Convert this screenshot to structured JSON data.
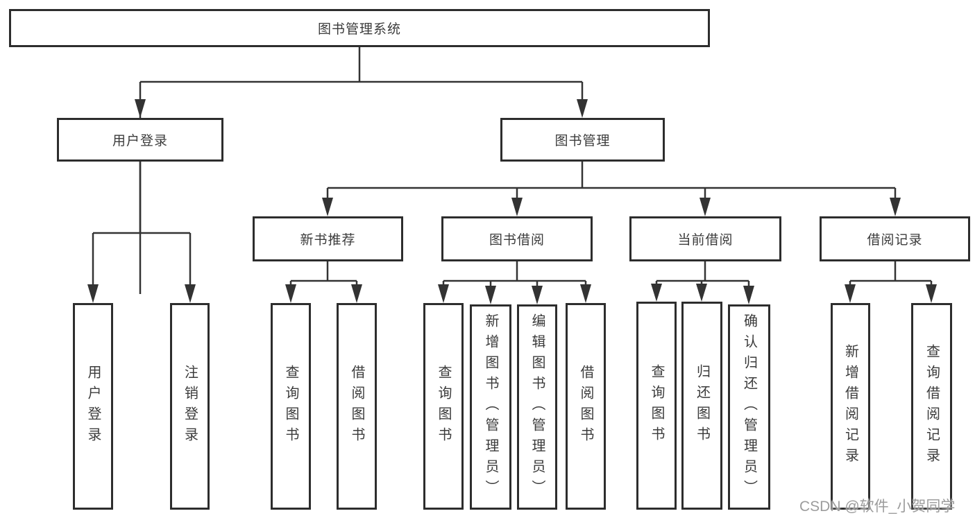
{
  "diagram": {
    "type": "hierarchy-tree",
    "root": {
      "label": "图书管理系统"
    },
    "branches": [
      {
        "label": "用户登录",
        "children": [
          {
            "label": "用户登录"
          },
          {
            "label": "注销登录"
          }
        ]
      },
      {
        "label": "图书管理",
        "children": [
          {
            "label": "新书推荐",
            "children": [
              {
                "label": "查询图书"
              },
              {
                "label": "借阅图书"
              }
            ]
          },
          {
            "label": "图书借阅",
            "children": [
              {
                "label": "查询图书"
              },
              {
                "label": "新增图书（管理员）"
              },
              {
                "label": "编辑图书（管理员）"
              },
              {
                "label": "借阅图书"
              }
            ]
          },
          {
            "label": "当前借阅",
            "children": [
              {
                "label": "查询图书"
              },
              {
                "label": "归还图书"
              },
              {
                "label": "确认归还（管理员）"
              }
            ]
          },
          {
            "label": "借阅记录",
            "children": [
              {
                "label": "新增借阅记录"
              },
              {
                "label": "查询借阅记录"
              }
            ]
          }
        ]
      }
    ],
    "watermark": "CSDN @软件_小贺同学",
    "colors": {
      "line": "#333333",
      "box_border": "#2d2d2d",
      "text": "#3b3b3b",
      "watermark_text": "#9c9c9c",
      "background": "#ffffff"
    }
  }
}
